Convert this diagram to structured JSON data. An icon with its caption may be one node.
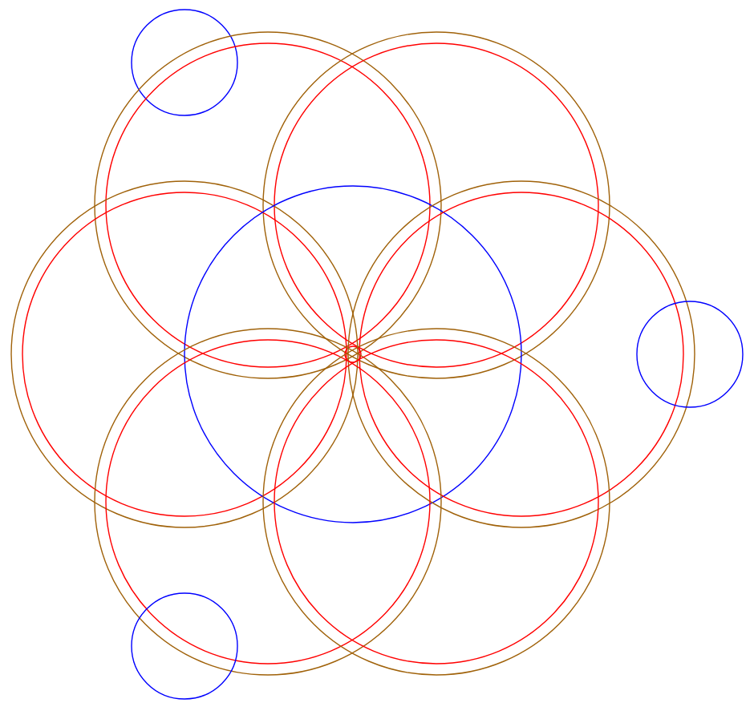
{
  "diagram": {
    "nodes": [
      {
        "text": [],
        "shape": "circle"
      },
      {
        "text": [],
        "shape": "circle"
      },
      {
        "text": [],
        "shape": "circle"
      },
      {
        "text": [],
        "shape": "circle"
      },
      {
        "text": [],
        "shape": "circle"
      },
      {
        "text": [],
        "shape": "circle"
      },
      {
        "text": [],
        "shape": "circle"
      },
      {
        "text": [],
        "shape": "circle"
      },
      {
        "text": [],
        "shape": "circle"
      },
      {
        "text": [],
        "shape": "circle"
      },
      {
        "text": [],
        "shape": "circle"
      }
    ]
  }
}
